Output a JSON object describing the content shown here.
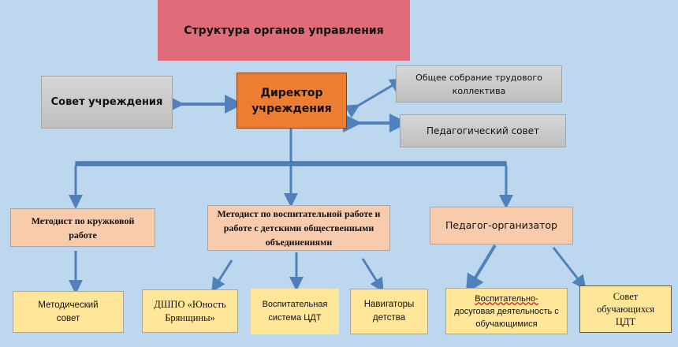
{
  "title": "Структура органов управления",
  "top": {
    "council": "Совет учреждения",
    "director": "Директор учреждения",
    "general_meeting": "Общее собрание трудового коллектива",
    "ped_council": "Педагогический совет"
  },
  "middle": {
    "methodist_clubs": "Методист по кружковой работе",
    "methodist_edu": "Методист по воспитательной работе и работе с детскими общественными объединениями",
    "organizer": "Педагог-организатор"
  },
  "bottom": {
    "method_council": "Методический совет",
    "dshpo": "ДШПО «Юность Брянщины»",
    "edu_system": "Воспитательная система ЦДТ",
    "navigators": "Навигаторы детства",
    "leisure_a": "Воспитательно-",
    "leisure_b": "досуговая деятельность с обучающимися",
    "student_council": "Совет обучающихся ЦДТ"
  },
  "colors": {
    "title_bg": "#e06c7a",
    "director_bg": "#ed7d31",
    "line": "#4f81bd"
  }
}
